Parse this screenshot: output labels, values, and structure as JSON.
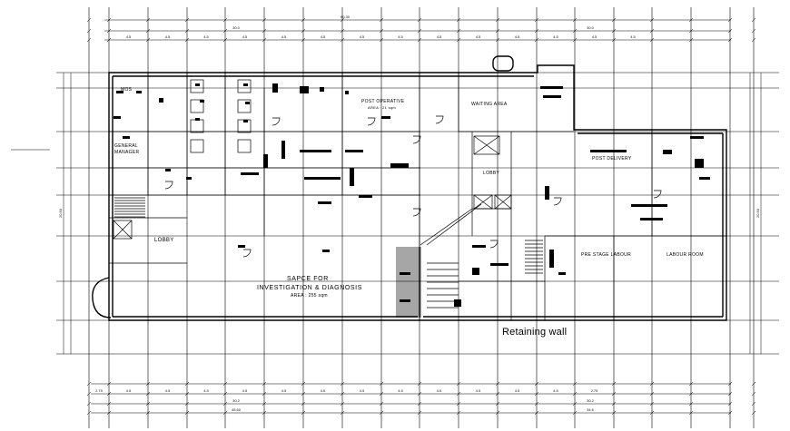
{
  "rooms": {
    "mos": "MOS",
    "general_manager": "GENERAL MANAGER",
    "post_operative": "POST OPERATIVE",
    "post_operative_area": "AREA : 21 sqm",
    "waiting_area": "WAITING AREA",
    "lobby_left": "LOBBY",
    "lobby_center": "LOBBY",
    "post_delivery": "POST DELIVERY",
    "pre_stage_labour": "PRE STAGE LABOUR",
    "labour_room": "LABOUR ROOM",
    "space_line1": "SAPCE FOR",
    "space_line2": "INVESTIGATION & DIAGNOSIS",
    "space_area": "AREA : 255 sqm"
  },
  "notes": {
    "retaining_wall": "Retaining wall"
  },
  "dimensions": {
    "top_overall": "60.30",
    "top_left": "30.0",
    "top_right": "30.0",
    "top_bays": [
      "4.5",
      "4.5",
      "4.5",
      "4.5",
      "4.5",
      "4.5",
      "4.5",
      "4.5",
      "4.5",
      "4.5",
      "4.5",
      "4.5",
      "4.5",
      "4.5"
    ],
    "bottom_bays": [
      "2.75",
      "4.5",
      "4.5",
      "4.5",
      "4.5",
      "4.5",
      "4.5",
      "4.5",
      "4.5",
      "4.5",
      "4.5",
      "4.5",
      "4.5",
      "2.75"
    ],
    "bottom_mid_left": "30.2",
    "bottom_mid_right": "30.2",
    "bottom_overall_left": "45.60",
    "bottom_overall_right": "34.6",
    "left_overall": "20.50",
    "right_overall": "20.50"
  }
}
